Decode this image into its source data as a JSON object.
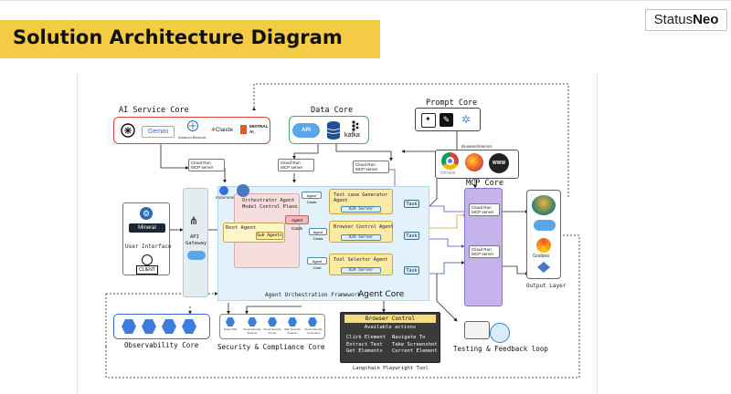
{
  "header": {
    "title": "Solution Architecture Diagram",
    "logo_part1": "Status",
    "logo_part2": "Neo"
  },
  "ai_service_core": {
    "title": "AI Service Core",
    "providers": [
      "Gemini",
      "Amazon Bedrock",
      "Claude",
      "MISTRAL AI_"
    ]
  },
  "data_core": {
    "title": "Data Core",
    "items": [
      "API",
      "kafka"
    ]
  },
  "prompt_core": {
    "title": "Prompt Core"
  },
  "browser_internet": {
    "label": "Browser/Internet",
    "items": [
      "chrome",
      "WWW"
    ]
  },
  "mcp": {
    "cloud_run": "Cloud Run",
    "server": "MCP server"
  },
  "mcp_core": {
    "title": "MCP Core"
  },
  "kubernetes": "Kubernetes",
  "orchestrator": {
    "line1": "Orchestrator Agent",
    "line2": "Model Control Plane"
  },
  "root_agent": "Root Agent",
  "sub_agents": "Sub Agents",
  "agent_cards": {
    "small_top": "Agent Cards",
    "main": "Agent Cards",
    "mid": "Agent Cards",
    "low": "Agent Card"
  },
  "agents": [
    {
      "name": "Test case Generator Agent",
      "a2a": "A2A Server",
      "task": "Task"
    },
    {
      "name": "Browser Control Agent",
      "a2a": "A2A Server",
      "task": "Task"
    },
    {
      "name": "Tool Selector Agent",
      "a2a": "A2A Server",
      "task": "Task"
    }
  ],
  "agent_core": {
    "title": "Agent Core",
    "framework": "Agent Orchestration Framework"
  },
  "user_interface": {
    "title": "User Interface",
    "mineral": "Mineral",
    "client": "CLIENT"
  },
  "api_gateway": {
    "line1": "API",
    "line2": "Gateway"
  },
  "output_layer": {
    "title": "Output Layer",
    "items": [
      "Grafana"
    ]
  },
  "observability_core": {
    "title": "Observability Core"
  },
  "security_core": {
    "title": "Security & Compliance Core",
    "items": [
      "Cloud IAM",
      "Cloud Security Scanner",
      "Cloud Security Center",
      "Web Security Scanner",
      "Cloud Security Command"
    ]
  },
  "browser_control": {
    "title": "Browser Control",
    "subtitle": "Available actions",
    "actions": [
      "Click Element",
      "Navigate To",
      "Extract Text",
      "Take Screenshot",
      "Get Elements",
      "Current Element"
    ],
    "caption": "Langchain Playwright Tool"
  },
  "testing_core": {
    "title": "Testing & Feedback loop"
  },
  "colors": {
    "accent": "#f4cb45",
    "purple": "#c5b4ec",
    "teal": "#e2f1f9",
    "pink": "#f7dede"
  }
}
